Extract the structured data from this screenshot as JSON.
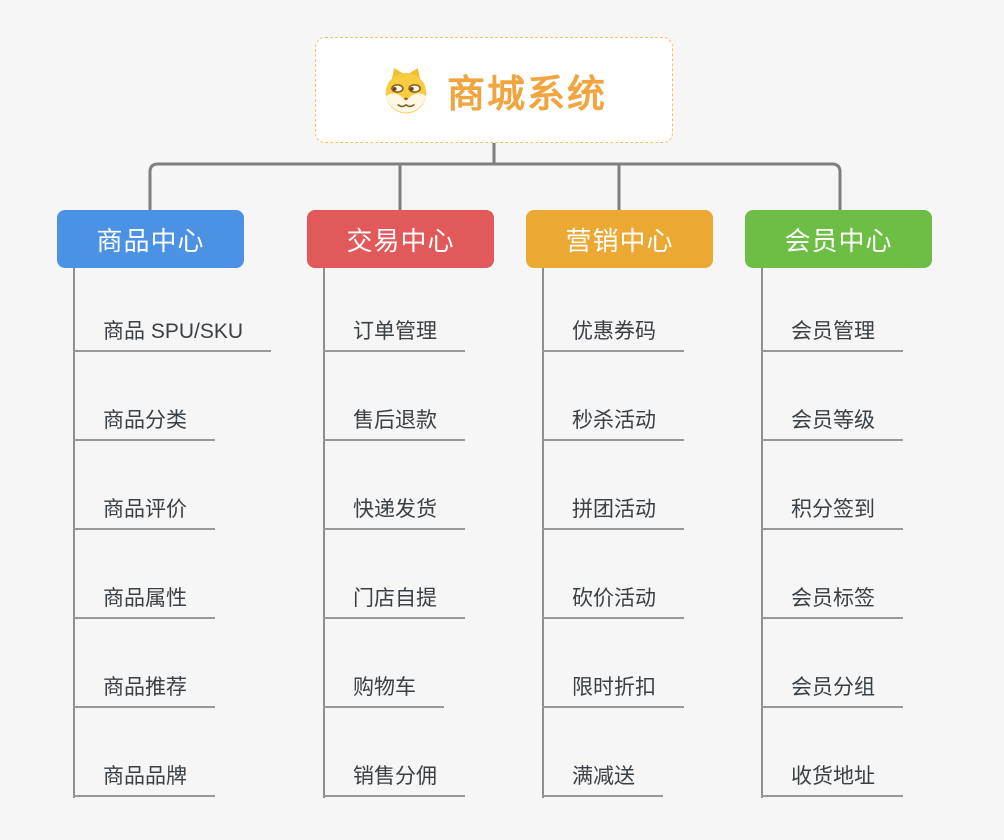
{
  "root": {
    "title": "商城系统",
    "icon": "shiba-dog-icon",
    "title_color": "#f0a540",
    "border_color": "#f3c06c"
  },
  "connector_color": "#7f7f7f",
  "branches": [
    {
      "label": "商品中心",
      "color": "#4b92e5",
      "items": [
        "商品 SPU/SKU",
        "商品分类",
        "商品评价",
        "商品属性",
        "商品推荐",
        "商品品牌"
      ]
    },
    {
      "label": "交易中心",
      "color": "#e25959",
      "items": [
        "订单管理",
        "售后退款",
        "快递发货",
        "门店自提",
        "购物车",
        "销售分佣"
      ]
    },
    {
      "label": "营销中心",
      "color": "#ebа934",
      "items": [
        "优惠券码",
        "秒杀活动",
        "拼团活动",
        "砍价活动",
        "限时折扣",
        "满减送"
      ]
    },
    {
      "label": "会员中心",
      "color": "#6ebe46",
      "items": [
        "会员管理",
        "会员等级",
        "积分签到",
        "会员标签",
        "会员分组",
        "收货地址"
      ]
    }
  ]
}
